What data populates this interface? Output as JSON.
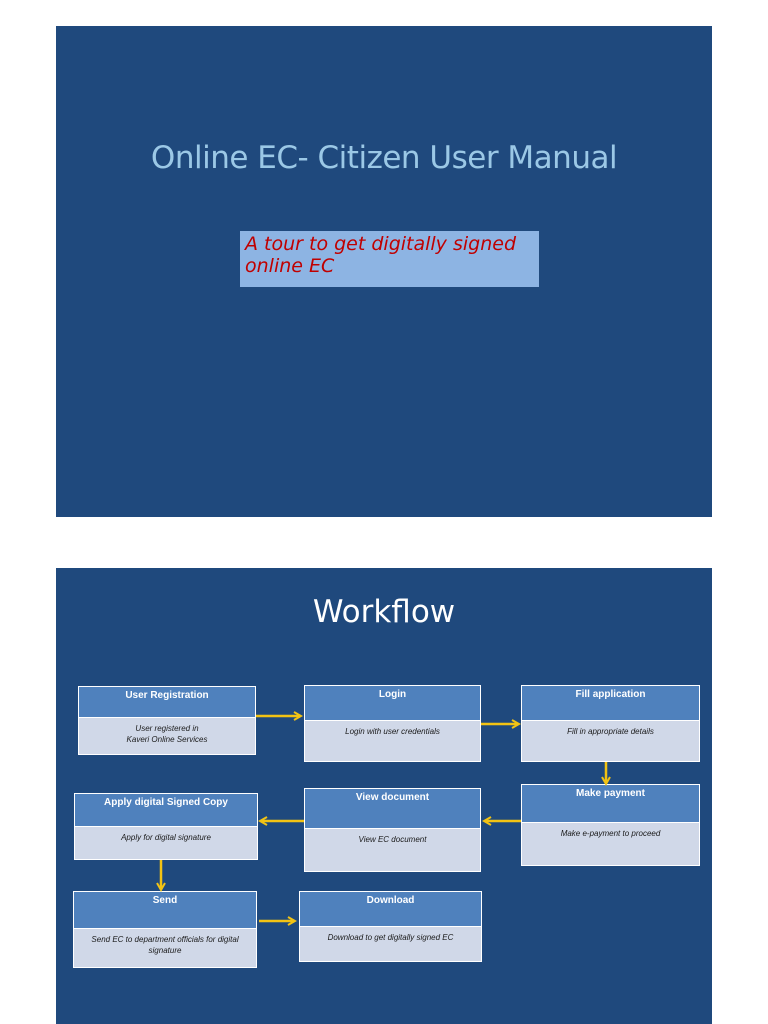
{
  "slide1": {
    "title": "Online EC- Citizen User Manual",
    "subtitle_line1": "A tour to get digitally signed",
    "subtitle_line2": "online EC"
  },
  "slide2": {
    "title": "Workflow",
    "steps": [
      {
        "title": "User Registration",
        "body_line1": "User registered in",
        "body_line2": "Kaveri Online Services"
      },
      {
        "title": "Login",
        "body_line1": "Login with user credentials",
        "body_line2": ""
      },
      {
        "title": "Fill application",
        "body_line1": "Fill in appropriate details",
        "body_line2": ""
      },
      {
        "title": "Make payment",
        "body_line1": "Make e-payment to proceed",
        "body_line2": ""
      },
      {
        "title": "View document",
        "body_line1": "View EC document",
        "body_line2": ""
      },
      {
        "title": "Apply digital Signed Copy",
        "body_line1": "Apply for digital signature",
        "body_line2": ""
      },
      {
        "title": "Send",
        "body_line1": "Send EC to department officials for digital",
        "body_line2": "signature"
      },
      {
        "title": "Download",
        "body_line1": "Download to get digitally signed EC",
        "body_line2": ""
      }
    ]
  },
  "colors": {
    "slide_background": "#1f497d",
    "title1_text": "#9bc8e6",
    "subtitle_box": "#8db4e3",
    "subtitle_text": "#c00000",
    "box_header": "#4f81bd",
    "box_body": "#d0d8e8",
    "arrow": "#f2c314"
  }
}
